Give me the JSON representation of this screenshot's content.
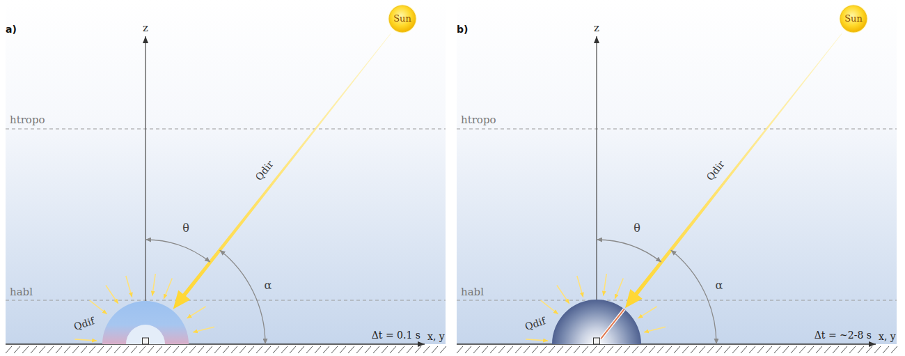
{
  "diagram": {
    "nodes": [
      {
        "text": [
          "Sun"
        ]
      },
      {
        "text": [
          "Sun"
        ]
      }
    ],
    "labels": [
      "a)",
      "z",
      "htropo",
      "Qdir",
      "θ",
      "α",
      "habl",
      "Qdif",
      "Δt = 0.1 s",
      "x, y",
      "b)",
      "z",
      "htropo",
      "Qdir",
      "θ",
      "α",
      "habl",
      "Qdif",
      "Δt = ~2-8 s",
      "x, y"
    ]
  }
}
